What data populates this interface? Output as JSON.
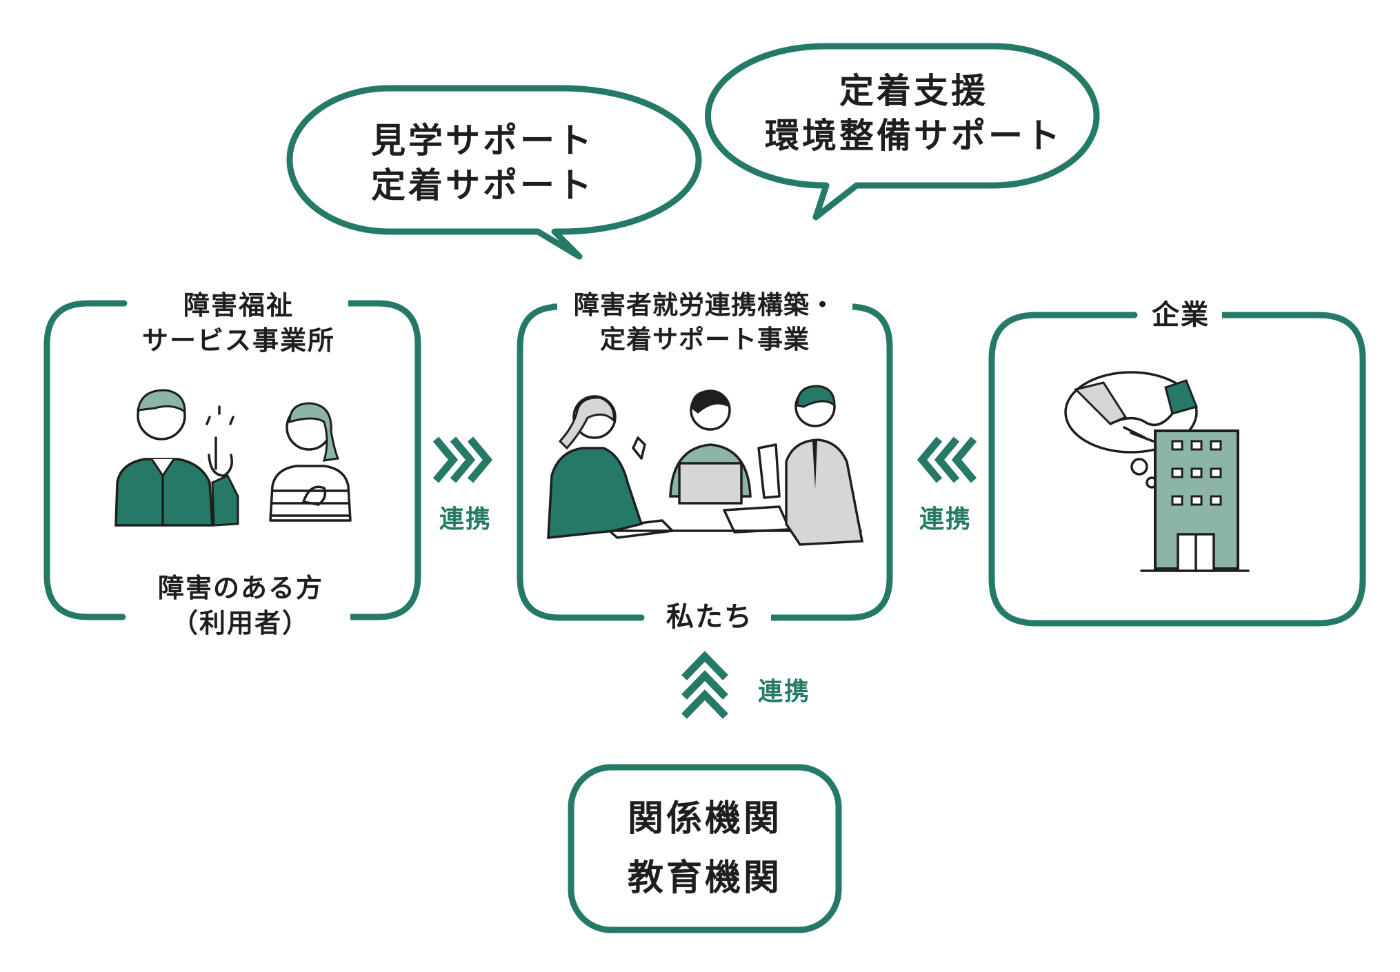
{
  "colors": {
    "accent": "#247a66",
    "accent_light": "#8cb5a8",
    "text": "#1e1e1e",
    "grey": "#d6d6d6"
  },
  "bubbles": {
    "left": {
      "lines": [
        "見学サポート",
        "定着サポート"
      ]
    },
    "right": {
      "lines": [
        "定着支援",
        "環境整備サポート"
      ]
    }
  },
  "boxes": {
    "welfare": {
      "title_lines": [
        "障害福祉",
        "サービス事業所"
      ],
      "caption_lines": [
        "障害のある方",
        "（利用者）"
      ]
    },
    "us": {
      "title_lines": [
        "障害者就労連携構築・",
        "定着サポート事業"
      ],
      "caption": "私たち"
    },
    "company": {
      "title": "企業"
    },
    "agencies": {
      "lines": [
        "関係機関",
        "教育機関"
      ]
    }
  },
  "links": {
    "left": "連携",
    "right": "連携",
    "bottom": "連携"
  }
}
